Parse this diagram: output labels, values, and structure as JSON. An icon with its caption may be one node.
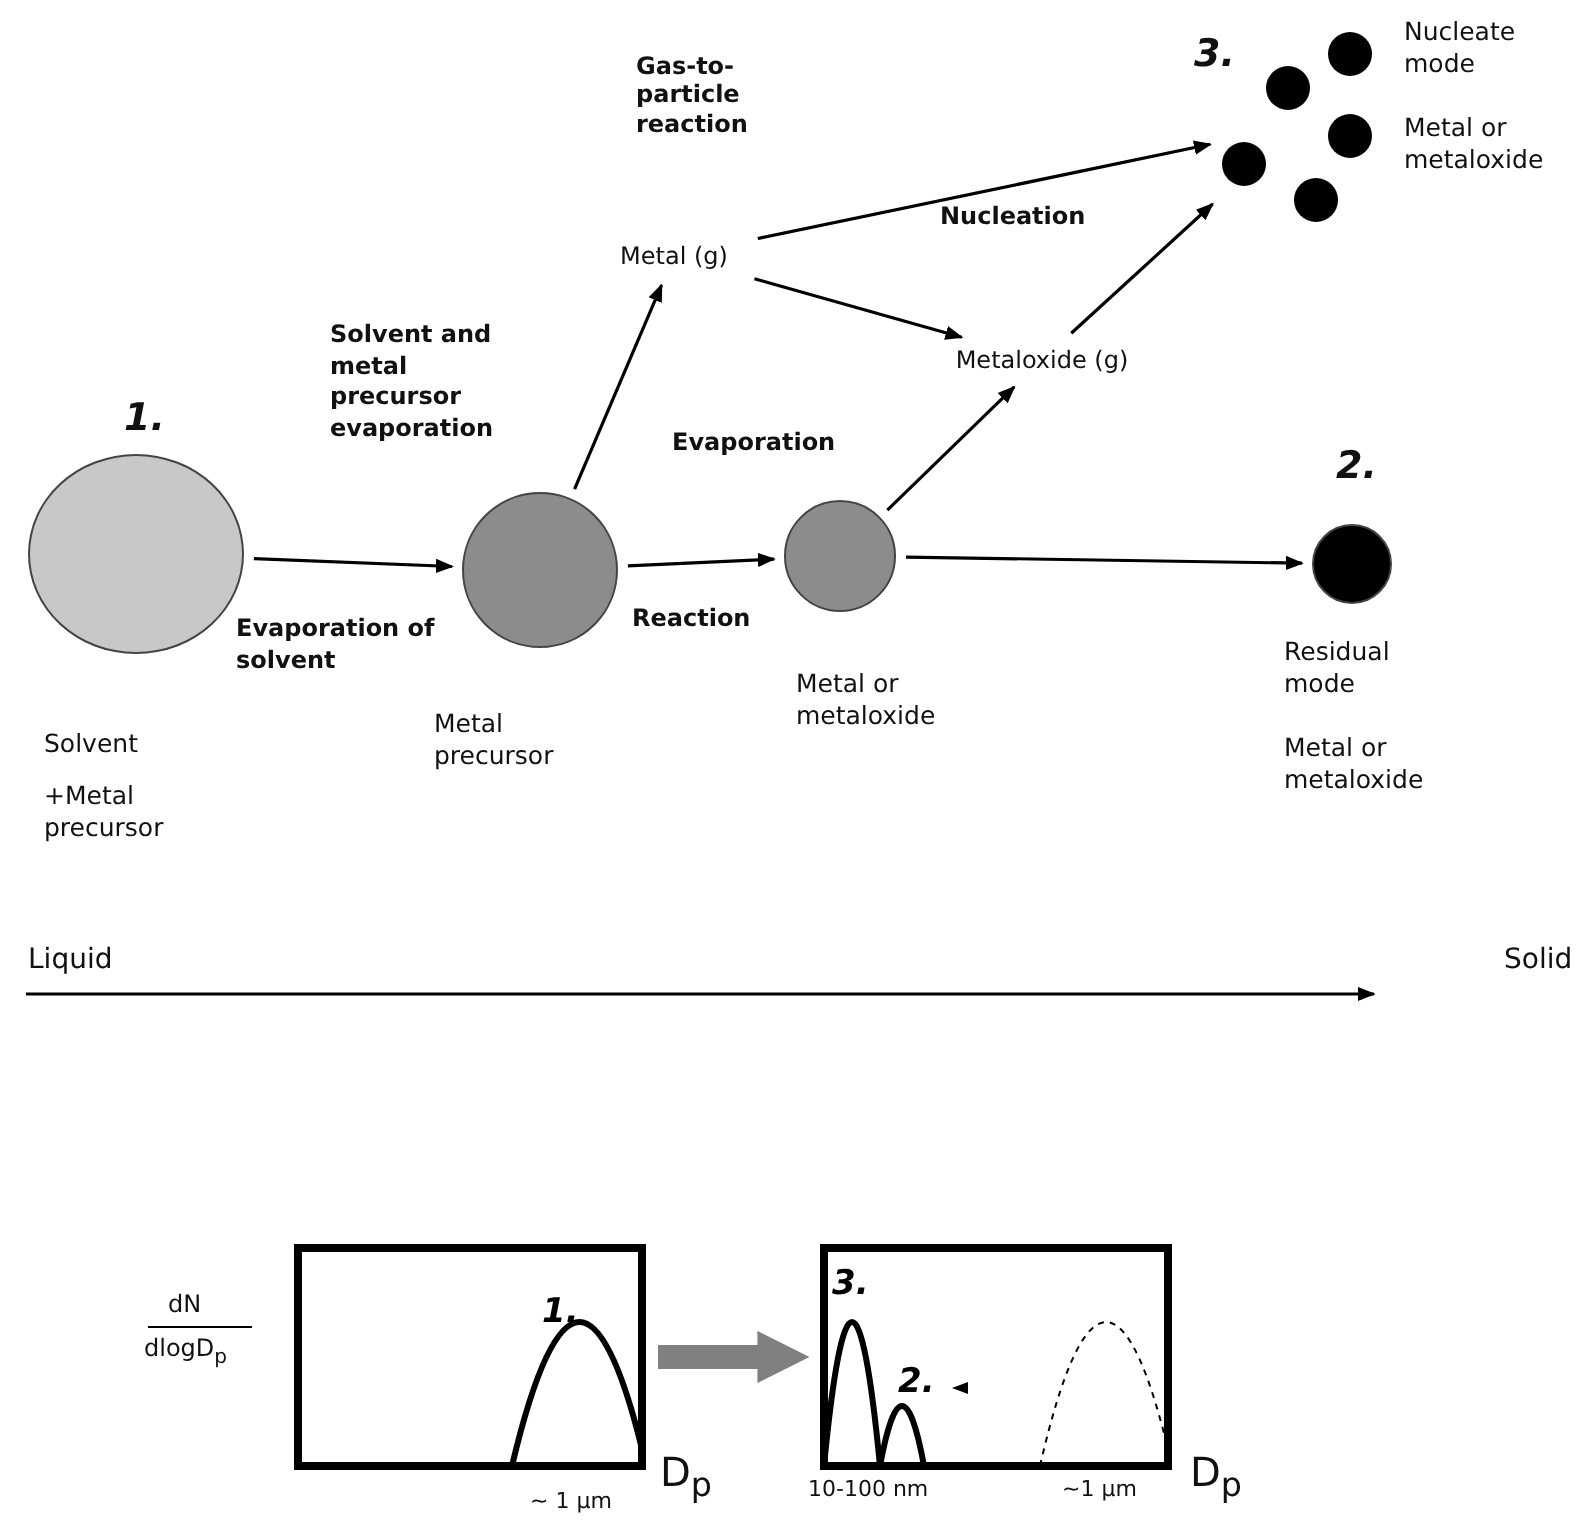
{
  "diagram": {
    "nodes": [
      {
        "text": [],
        "shape": "circle",
        "beside": [
          "1.",
          "Solvent",
          "+Metal precursor"
        ]
      },
      {
        "text": [],
        "shape": "circle",
        "beside": [
          "Metal precursor"
        ]
      },
      {
        "text": [
          "Metal (g)"
        ]
      },
      {
        "text": [
          "Metaloxide (g)"
        ]
      },
      {
        "text": [],
        "shape": "circle",
        "beside": [
          "Metal or metaloxide"
        ]
      },
      {
        "text": [],
        "shape": "picture",
        "beside": [
          "3.",
          "Nucleate mode",
          "Metal or metaloxide"
        ]
      },
      {
        "text": [],
        "shape": "circle",
        "beside": [
          "2.",
          "Residual mode",
          "Metal or metaloxide"
        ]
      },
      {
        "text": [
          "1."
        ],
        "beside": [
          "D$_{p}$",
          "~ 1 µm"
        ]
      },
      {
        "text": [
          "3.",
          "2."
        ],
        "beside": [
          "10-100 nm",
          "~1 µm",
          "D$_{p}$"
        ]
      }
    ],
    "edges": [
      {
        "from": 0,
        "to": 1,
        "arrow": "to",
        "label": "Evaporation of solvent"
      },
      {
        "from": 1,
        "to": 2,
        "arrow": "to",
        "label": "Solvent and metal precursor evaporation"
      },
      {
        "from": 1,
        "to": 4,
        "arrow": "to",
        "label": "Reaction"
      },
      {
        "from": 2,
        "to": 5,
        "arrow": "to",
        "label": "Nucleation"
      },
      {
        "from": 2,
        "to": 3,
        "arrow": "to"
      },
      {
        "from": 3,
        "to": 5,
        "arrow": "to"
      },
      {
        "from": 4,
        "to": 3,
        "arrow": "to",
        "label": "Evaporation"
      },
      {
        "from": 4,
        "to": 6,
        "arrow": "to"
      },
      {
        "from": 7,
        "to": 8,
        "arrow": "to",
        "style": "thick",
        "color": "#808080"
      }
    ],
    "labels": [
      "Gas-to-particle reaction",
      "Liquid",
      "Solid",
      "dN",
      "dlogD$_{p}$"
    ]
  }
}
